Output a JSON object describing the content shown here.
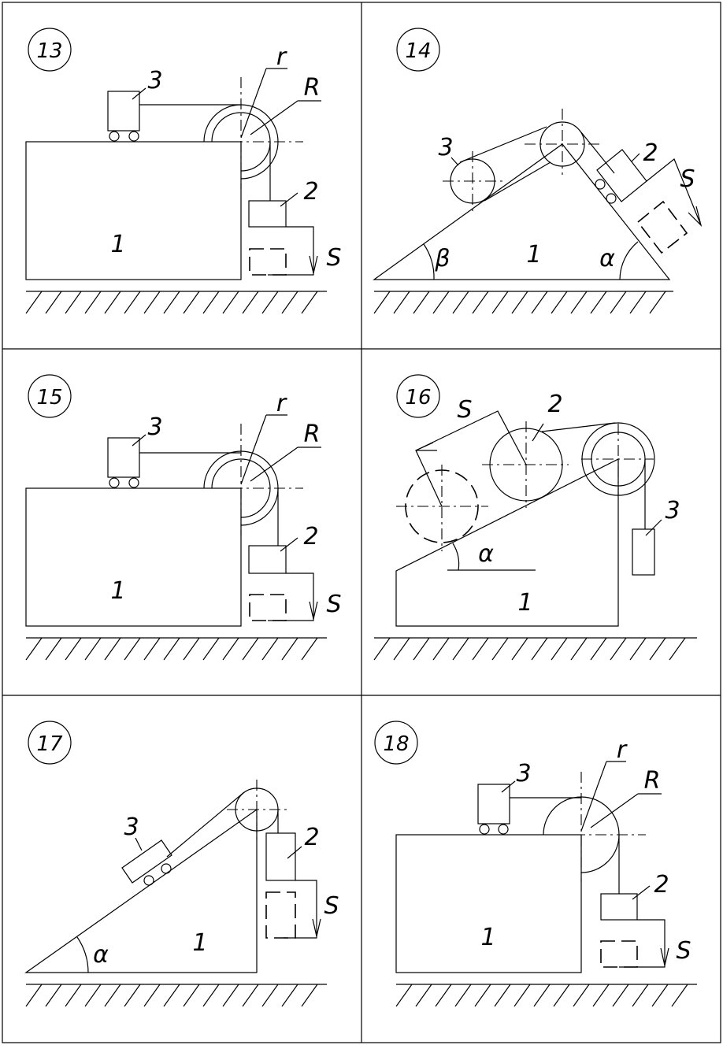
{
  "panels": [
    {
      "id": "p13",
      "number": "13",
      "labels": {
        "body1": "1",
        "load2": "2",
        "cart3": "3",
        "r_small": "r",
        "R_big": "R",
        "S": "S"
      }
    },
    {
      "id": "p14",
      "number": "14",
      "labels": {
        "body1": "1",
        "load2": "2",
        "disk3": "3",
        "S": "S",
        "beta": "β",
        "alpha": "α"
      }
    },
    {
      "id": "p15",
      "number": "15",
      "labels": {
        "body1": "1",
        "load2": "2",
        "cart3": "3",
        "r_small": "r",
        "R_big": "R",
        "S": "S"
      }
    },
    {
      "id": "p16",
      "number": "16",
      "labels": {
        "body1": "1",
        "disk2": "2",
        "load3": "3",
        "S": "S",
        "alpha": "α"
      }
    },
    {
      "id": "p17",
      "number": "17",
      "labels": {
        "body1": "1",
        "load2": "2",
        "cart3": "3",
        "S": "S",
        "alpha": "α"
      }
    },
    {
      "id": "p18",
      "number": "18",
      "labels": {
        "body1": "1",
        "load2": "2",
        "cart3": "3",
        "r_small": "r",
        "R_big": "R",
        "S": "S"
      }
    }
  ]
}
